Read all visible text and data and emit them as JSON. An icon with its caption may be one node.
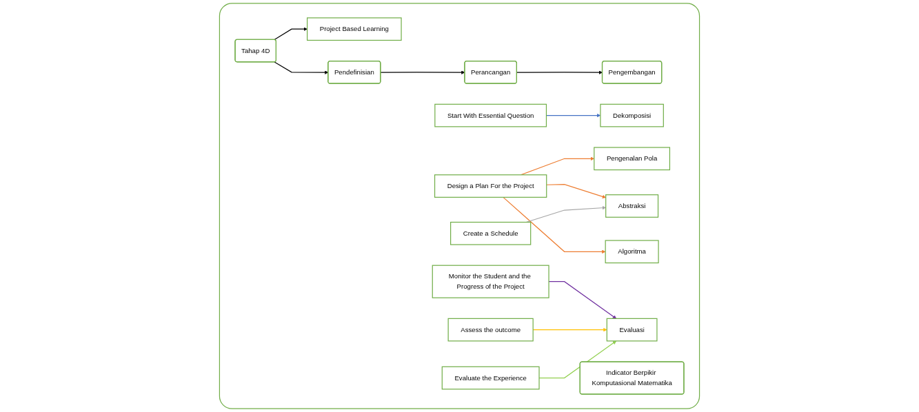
{
  "diagram": {
    "nodes": [
      {
        "text": [],
        "shape": "box"
      },
      {
        "text": [
          "Tahap 4D"
        ],
        "in": 0
      },
      {
        "text": [
          "Pendefinisian"
        ],
        "in": 0
      },
      {
        "text": [
          "Perancangan"
        ],
        "in": 0
      },
      {
        "text": [
          "Pengembangan"
        ],
        "in": 0
      },
      {
        "text": [
          "Project Based Learning"
        ],
        "in": 0
      },
      {
        "text": [
          "Start With Essential Question"
        ],
        "in": 0
      },
      {
        "text": [
          "Design a Plan For the Project"
        ],
        "in": 0
      },
      {
        "text": [
          "Create a Schedule"
        ],
        "in": 0
      },
      {
        "text": [
          "Monitor the Student and the Progress of the Project"
        ],
        "in": 0
      },
      {
        "text": [
          "Assess the outcome"
        ],
        "in": 0
      },
      {
        "text": [
          "Evaluate the Experience"
        ],
        "in": 0
      },
      {
        "text": [
          "Indicator Berpikir Komputasional Matematika"
        ],
        "in": 0
      },
      {
        "text": [
          "Dekomposisi"
        ],
        "in": 0
      },
      {
        "text": [
          "Pengenalan Pola"
        ],
        "in": 0
      },
      {
        "text": [
          "Abstraksi"
        ],
        "in": 0
      },
      {
        "text": [
          "Algoritma"
        ],
        "in": 0
      },
      {
        "text": [
          "Evaluasi"
        ],
        "in": 0
      }
    ],
    "edges": [
      {
        "from": 1,
        "to": 5,
        "arrow": "to"
      },
      {
        "from": 1,
        "to": 2,
        "arrow": "to"
      },
      {
        "from": 2,
        "to": 3,
        "arrow": "to"
      },
      {
        "from": 3,
        "to": 4,
        "arrow": "to"
      },
      {
        "from": 6,
        "to": 13,
        "arrow": "to",
        "color": "#4472c4"
      },
      {
        "from": 7,
        "to": 14,
        "arrow": "to",
        "color": "#ed7d31"
      },
      {
        "from": 7,
        "to": 15,
        "arrow": "to",
        "color": "#ed7d31"
      },
      {
        "from": 7,
        "to": 16,
        "arrow": "to",
        "color": "#ed7d31"
      },
      {
        "from": 8,
        "to": 15,
        "arrow": "to",
        "color": "#a5a5a5"
      },
      {
        "from": 9,
        "to": 17,
        "arrow": "to",
        "color": "#7030a0"
      },
      {
        "from": 10,
        "to": 17,
        "arrow": "to",
        "color": "#ffc000"
      },
      {
        "from": 11,
        "to": 17,
        "arrow": "to",
        "color": "#92d050"
      }
    ]
  }
}
